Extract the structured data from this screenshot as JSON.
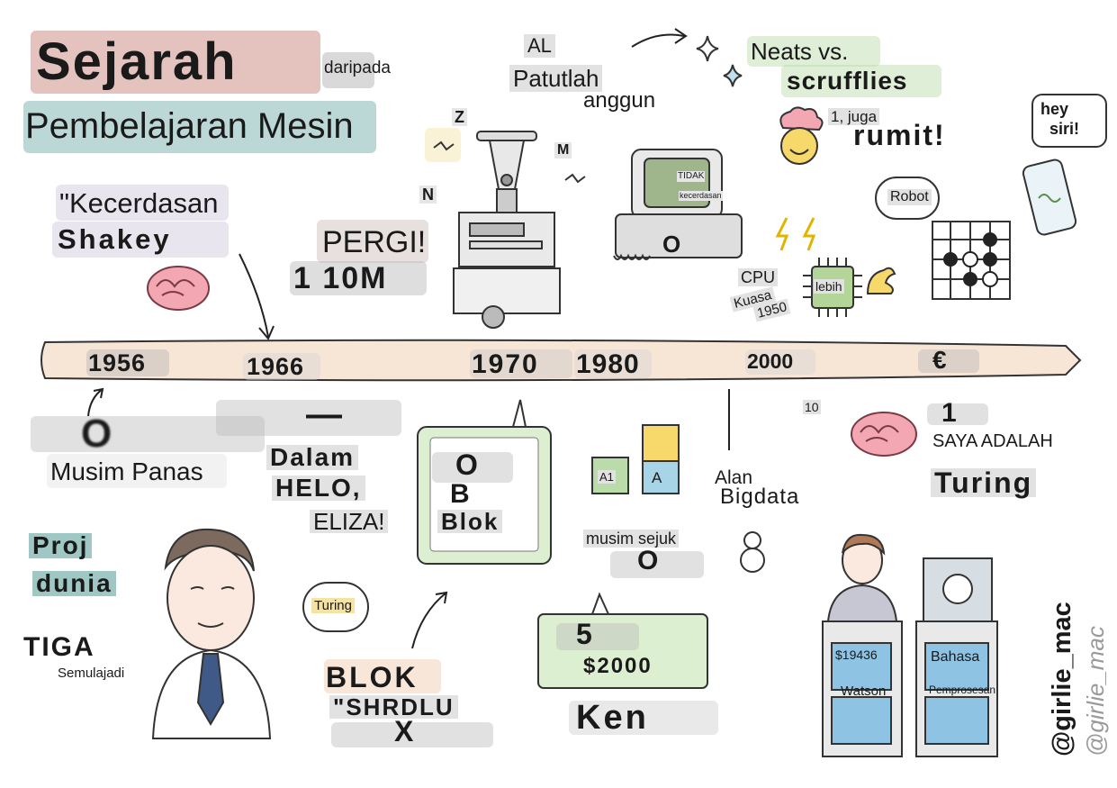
{
  "title": {
    "line1": "Sejarah",
    "line1_suffix": "daripada",
    "line2": "Pembelajaran Mesin"
  },
  "timeline": {
    "years": [
      "1956",
      "1966",
      "1970",
      "1980",
      "2000"
    ],
    "euro_glyph": "€"
  },
  "top": {
    "kecerdasan_a": "\"Kecerdasan",
    "shakey": "Shakey",
    "pergi": "PERGI!",
    "ten_m": "1 10M",
    "al": "AL",
    "patutlah": "Patutlah",
    "anggun": "anggun",
    "z": "Z",
    "m": "M",
    "n": "N",
    "tidak": "TIDAK",
    "screen_small": "kecerdasan",
    "screen_o": "O",
    "neats": "Neats vs.",
    "scrufflies": "scrufflies",
    "juga": "1, juga",
    "rumit": "rumit!",
    "robot": "Robot",
    "cpu": "CPU",
    "kuasa": "Kuasa",
    "y1950": "1950",
    "lebih": "lebih",
    "hey_siri_1": "hey",
    "hey_siri_2": "siri!"
  },
  "bottom": {
    "o_big": "O",
    "musim_panas": "Musim Panas",
    "dash": "—",
    "dalam": "Dalam",
    "helo": "HELO,",
    "eliza": "ELIZA!",
    "box_o": "O",
    "box_b": "B",
    "box_blok": "Blok",
    "a1": "A1",
    "a": "A",
    "musim_sejuk": "musim sejuk",
    "o_small": "O",
    "alan": "Alan",
    "bigdata": "Bigdata",
    "ten": "10",
    "one": "1",
    "saya_adalah": "SAYA ADALAH",
    "turing_big": "Turing",
    "proj": "Proj",
    "dunia": "dunia",
    "tiga": "TIGA",
    "semulajadi": "Semulajadi",
    "turing_bubble": "Turing",
    "blok": "BLOK",
    "shrdlu": "\"SHRDLU",
    "x": "X",
    "five": "5",
    "price_2000": "$2000",
    "ken": "Ken",
    "price_19436": "$19436",
    "watson": "Watson",
    "bahasa": "Bahasa",
    "pemprosesan": "Pemprosesan",
    "handle_bold": "@girlie_mac",
    "handle_script": "@girlie_mac"
  },
  "colors": {
    "title_patch": "#d9a9a3",
    "subtitle_patch": "#9fc7c4",
    "timeline_fill": "#f7e6d6",
    "label_patch": "#c8c8c8",
    "brain": "#f3a7b2",
    "green_box": "#b9dca9",
    "blue_cube": "#a8d4e8",
    "podium_blue": "#8fc3e3"
  }
}
